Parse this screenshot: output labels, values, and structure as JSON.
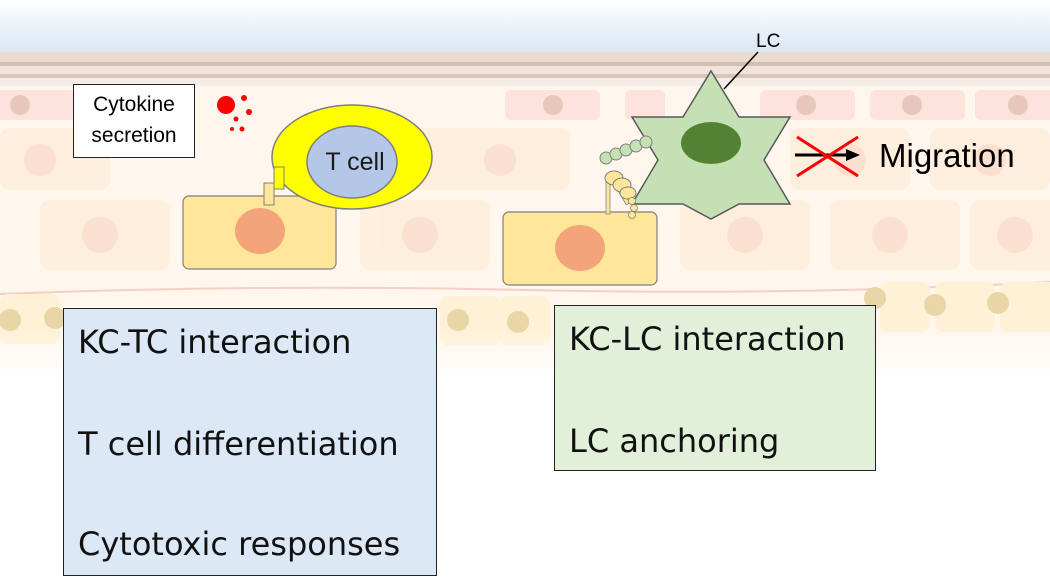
{
  "labels": {
    "cytokine_line1": "Cytokine",
    "cytokine_line2": "secretion",
    "t_cell": "T cell",
    "lc": "LC",
    "migration": "Migration"
  },
  "kc_tc_box": {
    "step1": "KC-TC interaction",
    "step2": "T cell differentiation",
    "step3": "Cytotoxic responses"
  },
  "kc_lc_box": {
    "step1": "KC-LC interaction",
    "step2": "LC anchoring"
  },
  "colors": {
    "t_cell_outer": "#ffff00",
    "t_cell_nucleus": "#b4c7e7",
    "keratinocyte": "#ffe699",
    "lc_body": "#c5e0b4",
    "lc_nucleus": "#548235",
    "cytokine": "#ff0000",
    "kc_tc_box_fill": "#dde8f6",
    "kc_lc_box_fill": "#e2efd9",
    "cross_mark": "#ff0000"
  }
}
